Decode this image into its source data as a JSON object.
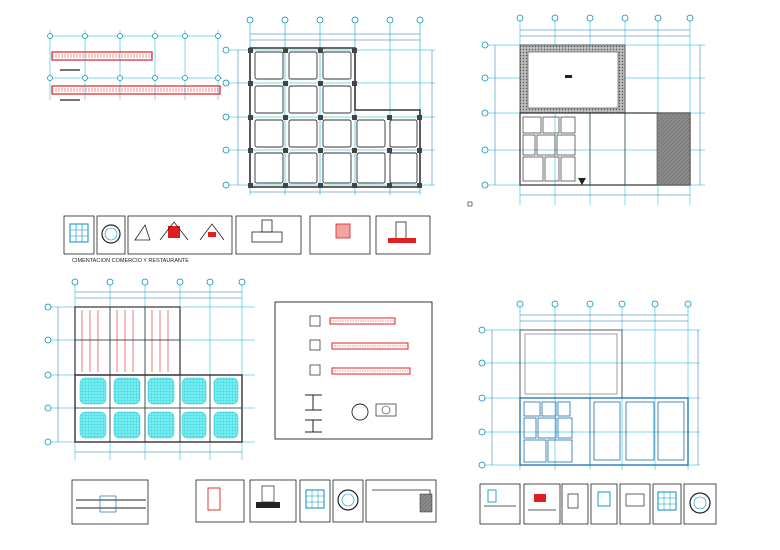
{
  "sheet": {
    "caption_foundation": "CIMENTACION COMERCIO Y RESTAURANTE"
  },
  "colors": {
    "grid_line": "#00b4d8",
    "axis_bubble": "#0090c0",
    "structure": "#333333",
    "rebar": "#e02020",
    "slab_hatch": "#6fe8ef",
    "wall_fill": "#7a7a7a",
    "dimension": "#1a6fb0"
  },
  "views": [
    {
      "name": "foundation-plan"
    },
    {
      "name": "architectural-floor-plan"
    },
    {
      "name": "slab-plan"
    },
    {
      "name": "upper-floor-plan"
    },
    {
      "name": "beam-details"
    },
    {
      "name": "construction-details"
    }
  ]
}
